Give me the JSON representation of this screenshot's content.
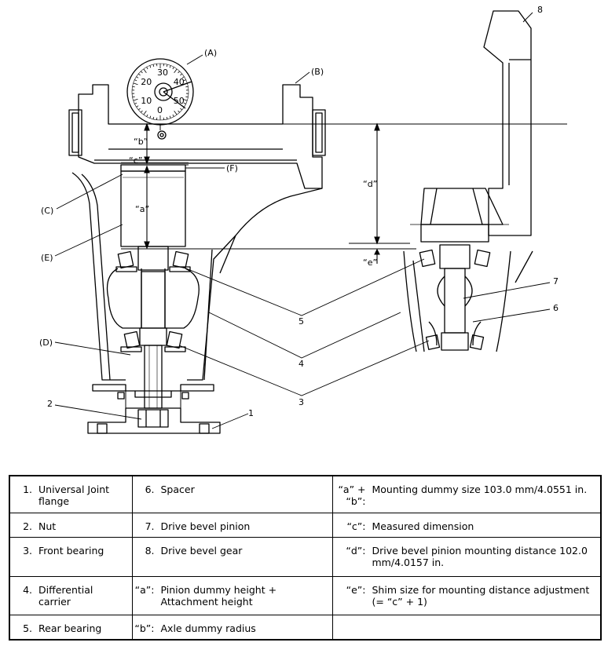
{
  "diagram": {
    "callouts": {
      "A": "(A)",
      "B": "(B)",
      "C": "(C)",
      "D": "(D)",
      "E": "(E)",
      "F": "(F)",
      "n1": "1",
      "n2": "2",
      "n3": "3",
      "n4": "4",
      "n5": "5",
      "n6": "6",
      "n7": "7",
      "n8": "8"
    },
    "dimensions": {
      "a": "“a”",
      "b": "“b”",
      "c": "“c”",
      "d": "“d”",
      "e": "“e”"
    },
    "gauge_ticks": [
      "0",
      "10",
      "20",
      "30",
      "40",
      "50"
    ]
  },
  "legend": {
    "rows": [
      [
        {
          "key": "1.",
          "text": "Universal Joint flange"
        },
        {
          "key": "6.",
          "text": "Spacer"
        },
        {
          "key": "“a” + “b”:",
          "text": "Mounting dummy size 103.0 mm/4.0551 in."
        }
      ],
      [
        {
          "key": "2.",
          "text": "Nut"
        },
        {
          "key": "7.",
          "text": "Drive bevel pinion"
        },
        {
          "key": "“c”:",
          "text": "Measured dimension"
        }
      ],
      [
        {
          "key": "3.",
          "text": "Front bearing"
        },
        {
          "key": "8.",
          "text": "Drive bevel gear"
        },
        {
          "key": "“d”:",
          "text": "Drive bevel pinion mounting distance 102.0 mm/4.0157 in."
        }
      ],
      [
        {
          "key": "4.",
          "text": "Differential carrier"
        },
        {
          "key": "“a”:",
          "text": "Pinion dummy height + Attachment height"
        },
        {
          "key": "“e”:",
          "text": "Shim size for mounting distance adjustment (= “c” + 1)"
        }
      ],
      [
        {
          "key": "5.",
          "text": "Rear bearing"
        },
        {
          "key": "“b”:",
          "text": "Axle dummy radius"
        },
        {
          "key": "",
          "text": ""
        }
      ]
    ]
  }
}
